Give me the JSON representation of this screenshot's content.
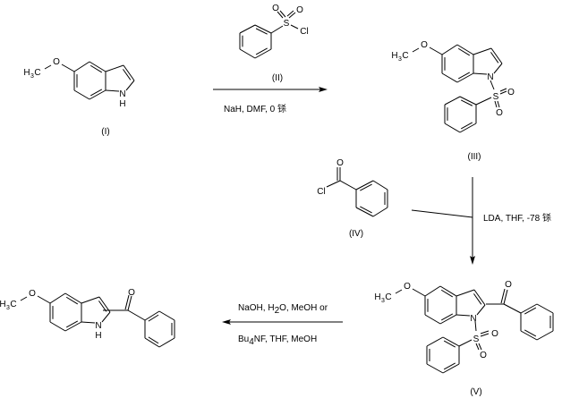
{
  "compounds": {
    "c1": {
      "label": "(I)"
    },
    "c2": {
      "label": "(II)"
    },
    "c3": {
      "label": "(III)"
    },
    "c4": {
      "label": "(IV)"
    },
    "c5": {
      "label": "(V)"
    }
  },
  "atoms": {
    "O": "O",
    "N": "N",
    "H": "H",
    "S": "S",
    "Cl": "Cl",
    "C": "C",
    "methyl_sub": "3"
  },
  "reactions": {
    "step1": {
      "reagent_above": "(II)",
      "conditions": "NaH, DMF, 0 铩"
    },
    "step2": {
      "conditions": "LDA, THF, -78 铩"
    },
    "step3": {
      "line1_a": "NaOH, H",
      "line1_sub": "2",
      "line1_b": "O, MeOH  or",
      "line2_a": "Bu",
      "line2_sub": "4",
      "line2_b": "NF, THF, MeOH"
    }
  }
}
